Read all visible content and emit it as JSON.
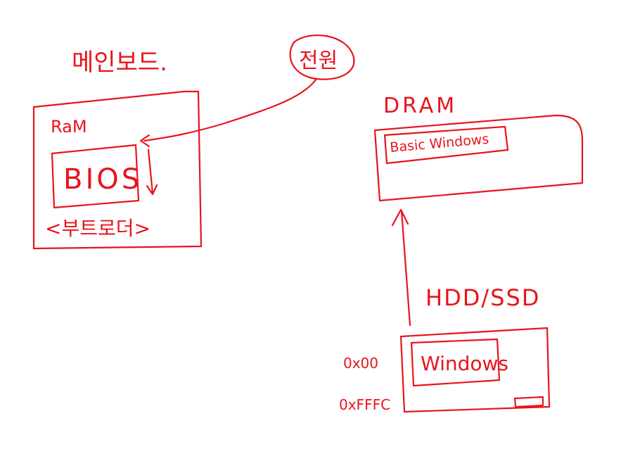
{
  "colors": {
    "ink": "#e8141c",
    "background": "#ffffff"
  },
  "labels": {
    "motherboard": "메인보드.",
    "power": "전원",
    "ram": "RaM",
    "bios": "BIOS",
    "bootloader": "<부트로더>",
    "dram": "DRAM",
    "basic_windows": "Basic Windows",
    "storage": "HDD/SSD",
    "windows": "Windows",
    "addr_start": "0x00",
    "addr_end": "0xFFFC"
  }
}
